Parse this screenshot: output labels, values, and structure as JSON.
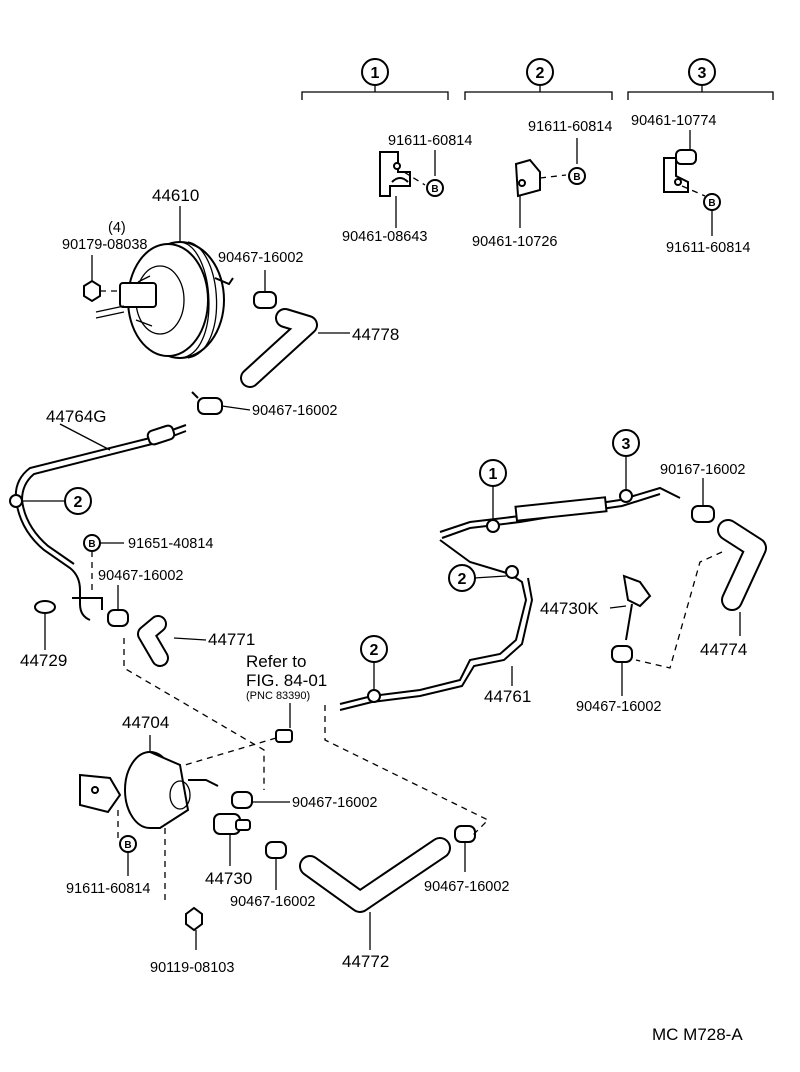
{
  "labels": {
    "booster": "44610",
    "booster_qty": "(4)",
    "booster_nut": "90179-08038",
    "clip_top": "90467-16002",
    "hose_top": "44778",
    "clip_mid": "90467-16002",
    "pipe_left": "44764G",
    "bolt_left": "91651-40814",
    "clip_left": "90467-16002",
    "grommet": "44729",
    "hose_left": "44771",
    "refer_1": "Refer to",
    "refer_2": "FIG. 84-01",
    "refer_3": "(PNC 83390)",
    "valve_body": "44704",
    "clip_valve": "90467-16002",
    "check_valve": "44730",
    "clip_check": "90467-16002",
    "bolt_bracket": "91611-60814",
    "bolt_bottom": "90119-08103",
    "hose_bottom": "44772",
    "clip_bottom_right": "90467-16002",
    "pipe_right": "44761",
    "valve_k": "44730K",
    "clip_valve_k": "90467-16002",
    "clip_right": "90167-16002",
    "hose_right": "44774",
    "d1_bolt": "91611-60814",
    "d1_clamp": "90461-08643",
    "d2_bolt": "91611-60814",
    "d2_clamp": "90461-10726",
    "d3_clamp": "90461-10774",
    "d3_bolt": "91611-60814",
    "figure_code": "MC M728-A"
  },
  "markers": {
    "one": "1",
    "two": "2",
    "three": "3",
    "bolt_mark": "B"
  }
}
